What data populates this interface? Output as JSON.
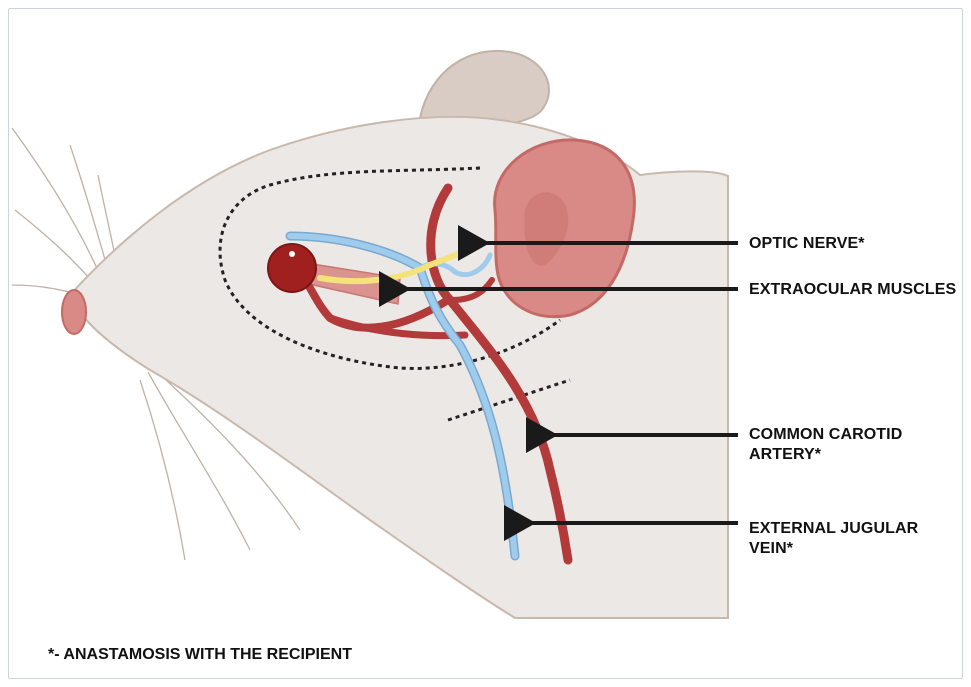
{
  "labels": {
    "optic_nerve": "OPTIC NERVE*",
    "extraocular_muscles": "EXTRAOCULAR MUSCLES",
    "common_carotid_line1": "COMMON CAROTID",
    "common_carotid_line2": "ARTERY*",
    "external_jugular_line1": "EXTERNAL JUGULAR",
    "external_jugular_line2": "VEIN*"
  },
  "footnote": "*- ANASTAMOSIS WITH THE RECIPIENT",
  "colors": {
    "skin": "#ece8e6",
    "skin_outline": "#c9b8ac",
    "ear": "#d98a86",
    "artery": "#b23a3a",
    "vein": "#8ec0e6",
    "nerve": "#f3e37a",
    "eye": "#a01f1f",
    "arrow": "#1a1a1a"
  }
}
